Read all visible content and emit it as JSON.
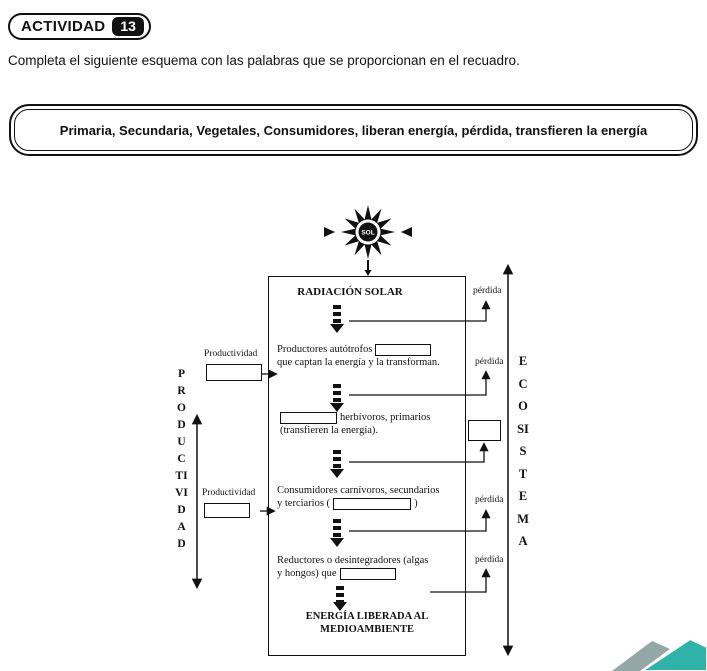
{
  "header": {
    "activity_label": "ACTIVIDAD",
    "activity_number": "13",
    "instruction": "Completa el siguiente esquema con las palabras que se proporcionan en el recuadro."
  },
  "word_bank": {
    "text": "Primaria, Secundaria, Vegetales, Consumidores, liberan energía, pérdida, transfieren la energía"
  },
  "diagram": {
    "sun": "SOL",
    "radiation": "RADIACIÓN SOLAR",
    "loss": "pérdida",
    "producers": {
      "line1": "Productores autótrofos",
      "line2": "que captan la energía y la transforman."
    },
    "herbivores": {
      "line1_after_blank": "herbívoros, primarios",
      "line2": "(transfieren la energía)."
    },
    "consumers": {
      "line1": "Consumidores carnívoros, secundarios",
      "line2_pre": "y terciarios (",
      "line2_post": ")"
    },
    "reducers": {
      "line1": "Reductores o desintegradores (algas",
      "line2_pre": "y hongos) que"
    },
    "released": {
      "line1": "ENERGÍA LIBERADA AL",
      "line2": "MEDIOAMBIENTE"
    },
    "left": {
      "vertical": "PRODUCTIVIDAD",
      "label": "Productividad"
    },
    "right": {
      "vertical": "ECOSISTEMA"
    }
  },
  "colors": {
    "ink": "#111111",
    "logo_teal": "#2fb3a9",
    "logo_gray": "#93a8a6"
  }
}
